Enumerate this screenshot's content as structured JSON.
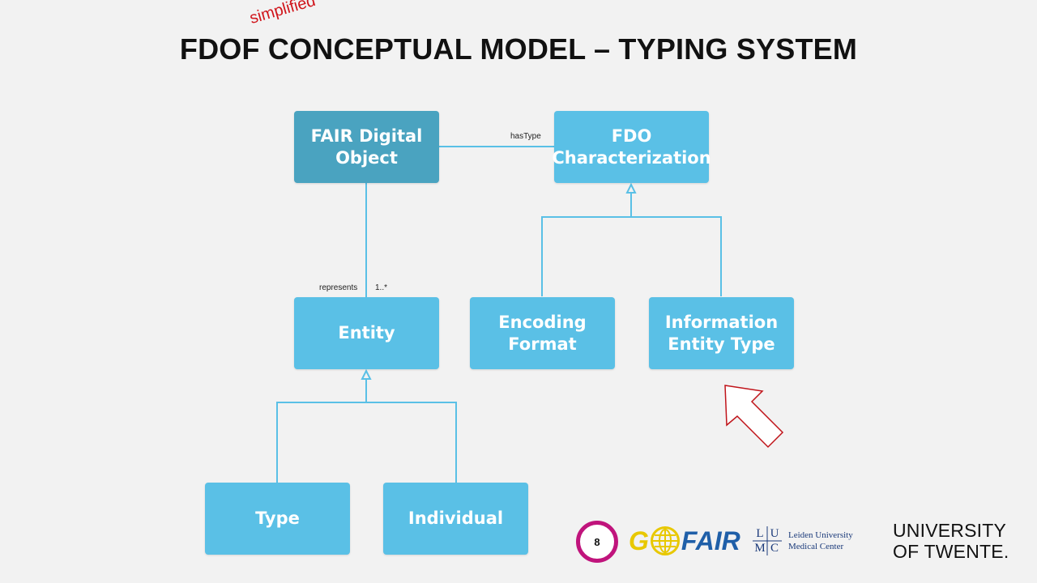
{
  "slide": {
    "title": "FDOF CONCEPTUAL MODEL – TYPING SYSTEM",
    "annotation": "simplified",
    "page_number": "8"
  },
  "colors": {
    "node_fill": "#5ac0e6",
    "node_fill_dark": "#4aa3c0",
    "connector": "#5ac0e6",
    "annotation_red": "#d0141a",
    "arrow_outline": "#c0141a"
  },
  "diagram": {
    "nodes": {
      "fair_digital_object": "FAIR Digital\nObject",
      "fdo_characterization": "FDO\nCharacterization",
      "entity": "Entity",
      "encoding_format": "Encoding\nFormat",
      "information_entity_type": "Information\nEntity Type",
      "type": "Type",
      "individual": "Individual"
    },
    "labels": {
      "has_type": "hasType",
      "represents": "represents",
      "multiplicity": "1..*"
    }
  },
  "logos": {
    "gofair_go": "G",
    "gofair_fair": "FAIR",
    "lumc_letters": [
      "L",
      "U",
      "M",
      "C"
    ],
    "lumc_line1": "Leiden University",
    "lumc_line2": "Medical Center",
    "ut_line1": "UNIVERSITY",
    "ut_line2": "OF TWENTE."
  }
}
